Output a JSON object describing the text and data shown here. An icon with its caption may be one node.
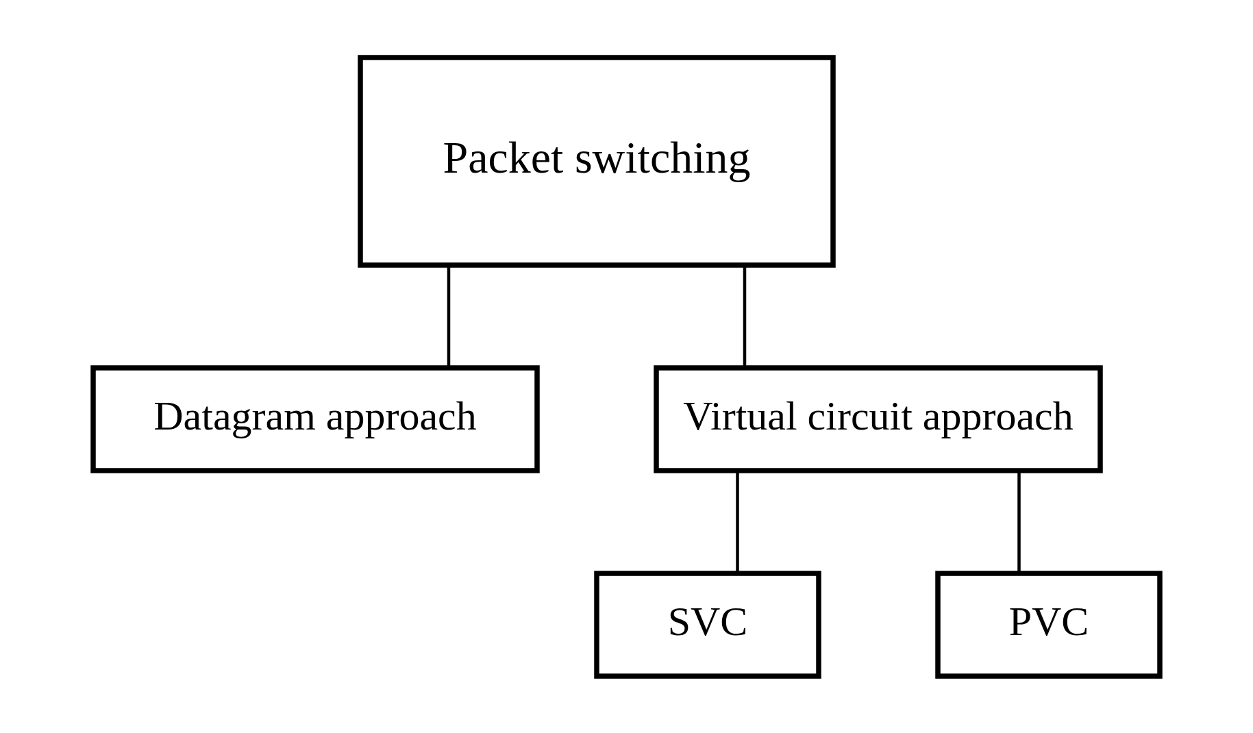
{
  "diagram": {
    "nodes": [
      {
        "text": [
          "Packet switching"
        ]
      },
      {
        "text": [
          "Datagram approach"
        ]
      },
      {
        "text": [
          "Virtual circuit approach"
        ]
      },
      {
        "text": [
          "SVC"
        ]
      },
      {
        "text": [
          "PVC"
        ]
      }
    ],
    "edges": [
      {
        "from": 0,
        "to": 1,
        "arrow": "none"
      },
      {
        "from": 0,
        "to": 2,
        "arrow": "none"
      },
      {
        "from": 2,
        "to": 3,
        "arrow": "none"
      },
      {
        "from": 2,
        "to": 4,
        "arrow": "none"
      }
    ]
  }
}
